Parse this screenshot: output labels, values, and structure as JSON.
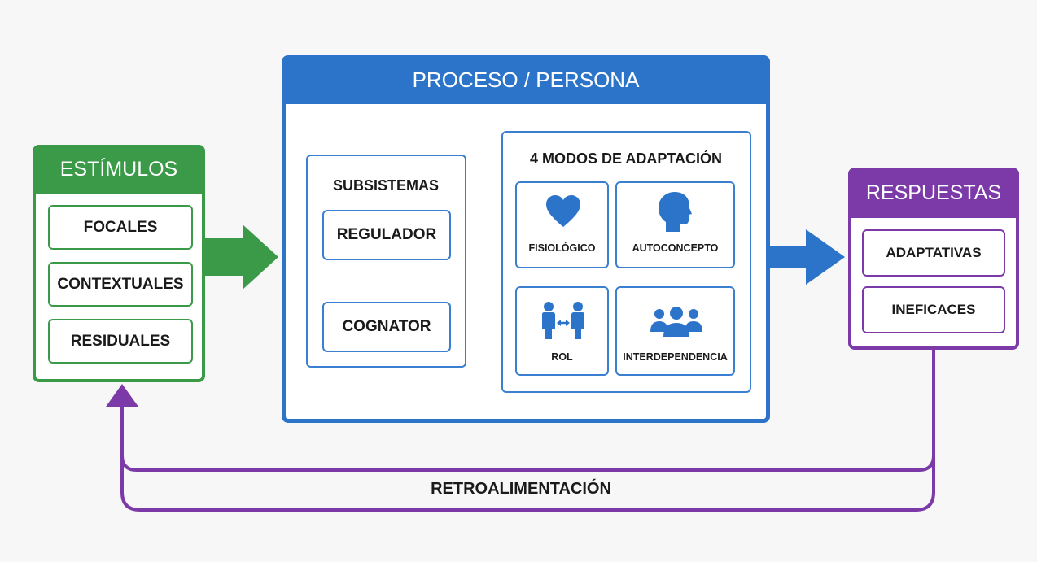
{
  "estimulos": {
    "title": "ESTÍMULOS",
    "items": [
      "FOCALES",
      "CONTEXTUALES",
      "RESIDUALES"
    ]
  },
  "proceso": {
    "title": "PROCESO / PERSONA",
    "subsistemas": {
      "title": "SUBSISTEMAS",
      "regulador": "REGULADOR",
      "cognator": "COGNATOR"
    },
    "modos": {
      "title": "4 MODOS DE ADAPTACIÓN",
      "items": [
        {
          "label": "FISIOLÓGICO",
          "icon": "heart-icon"
        },
        {
          "label": "AUTOCONCEPTO",
          "icon": "head-profile-icon"
        },
        {
          "label": "ROL",
          "icon": "two-people-exchange-icon"
        },
        {
          "label": "INTERDEPENDENCIA",
          "icon": "group-icon"
        }
      ]
    }
  },
  "respuestas": {
    "title": "RESPUESTAS",
    "items": [
      "ADAPTATIVAS",
      "INEFICACES"
    ]
  },
  "feedback": {
    "label": "RETROALIMENTACIÓN"
  },
  "colors": {
    "green": "#3a9a47",
    "blue": "#2c74c9",
    "purple": "#7b3aa8"
  }
}
